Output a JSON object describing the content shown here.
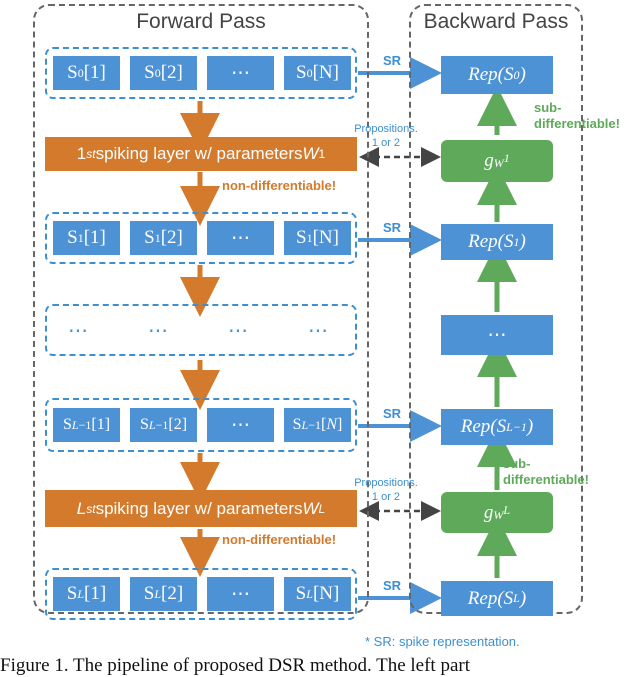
{
  "forward_title": "Forward Pass",
  "backward_title": "Backward Pass",
  "rows": {
    "s0": [
      "S<sup>0</sup>[1]",
      "S<sup>0</sup>[2]",
      "⋯",
      "S<sup>0</sup>[N]"
    ],
    "s1": [
      "S<sup>1</sup>[1]",
      "S<sup>1</sup>[2]",
      "⋯",
      "S<sup>1</sup>[N]"
    ],
    "dots": [
      "⋯",
      "⋯",
      "⋯",
      "⋯"
    ],
    "sL1": [
      "S<sup><i>L</i>−1</sup>[1]",
      "S<sup><i>L</i>−1</sup>[2]",
      "⋯",
      "S<sup><i>L</i>−1</sup>[<i>N</i>]"
    ],
    "sL": [
      "S<sup><i>L</i></sup>[1]",
      "S<sup><i>L</i></sup>[2]",
      "⋯",
      "S<sup><i>L</i></sup>[N]"
    ]
  },
  "layer1": "1<sup><i>st</i></sup> spiking layer w/ parameters <i>W</i><sup>1</sup>",
  "layerL": "<i>L</i><sup><i>st</i></sup> spiking layer w/ parameters <i>W</i><sup><i>L</i></sup>",
  "non_diff": "non-differentiable!",
  "sub_diff": "sub-<br>differentiable!",
  "sr": "SR",
  "propositions": "Propositions.<br>1 or 2",
  "rep0": "Rep(S<sup>0</sup>)",
  "rep1": "Rep(S<sup>1</sup>)",
  "rep_dots": "⋯",
  "repL1": "Rep(S<sup>L−1</sup>)",
  "repL": "Rep(S<sup>L</sup>)",
  "g1": "g<sub>W<sup>1</sup></sub>",
  "gL": "g<sub>W<sup>L</sup></sub>",
  "footnote": "* SR: spike representation.",
  "caption": "Figure 1.  The pipeline of proposed DSR method.  The left part",
  "colors": {
    "blue": "#4e92d6",
    "orange": "#d37a2c",
    "green": "#5fa95a",
    "dashed_gray": "#666666"
  }
}
